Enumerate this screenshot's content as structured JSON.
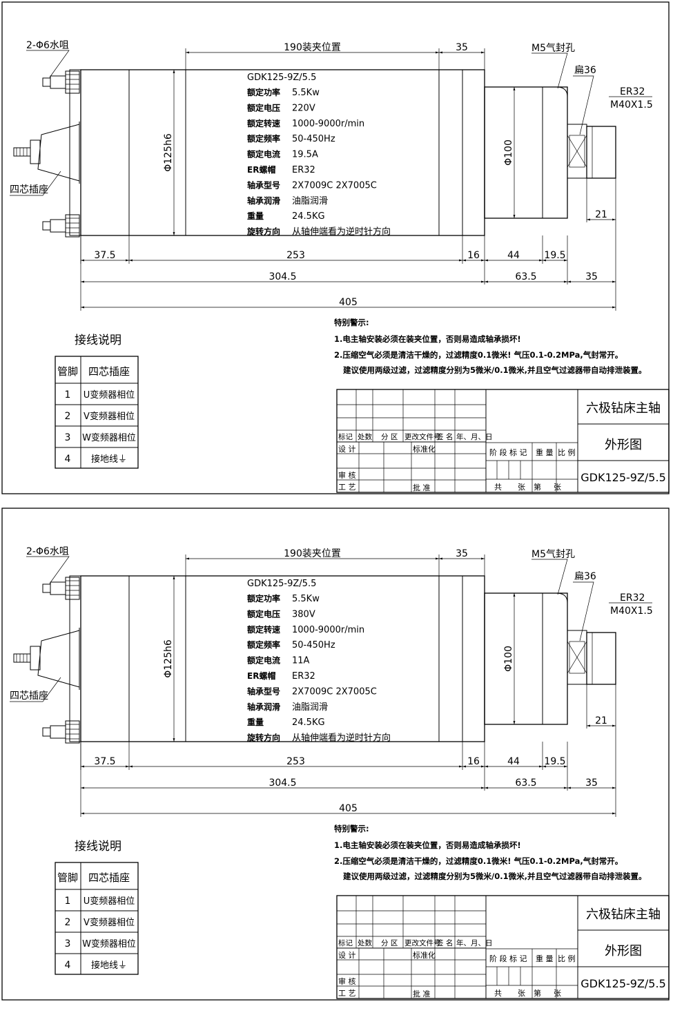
{
  "sheets": [
    {
      "callouts": {
        "nozzle": "2-Φ6水咀",
        "connector": "四芯插座",
        "seal_hole": "M5气封孔",
        "flat": "扁36",
        "er": "ER32",
        "thread": "M40X1.5"
      },
      "dims": {
        "clamp": "190装夹位置",
        "top35": "35",
        "dia125": "Φ125h6",
        "dia100": "Φ100",
        "d21": "21",
        "d37_5": "37.5",
        "d253": "253",
        "d16": "16",
        "d44": "44",
        "d19_5": "19.5",
        "d304_5": "304.5",
        "d63_5": "63.5",
        "d35b": "35",
        "d405": "405"
      },
      "specs": {
        "model": "GDK125-9Z/5.5",
        "rows": [
          {
            "label": "额定功率",
            "value": "5.5Kw"
          },
          {
            "label": "额定电压",
            "value": "220V"
          },
          {
            "label": "额定转速",
            "value": "1000-9000r/min"
          },
          {
            "label": "额定频率",
            "value": "50-450Hz"
          },
          {
            "label": "额定电流",
            "value": "19.5A"
          },
          {
            "label": "ER螺帽",
            "value": "ER32"
          },
          {
            "label": "轴承型号",
            "value": "2X7009C  2X7005C"
          },
          {
            "label": "轴承润滑",
            "value": "油脂润滑"
          },
          {
            "label": "重量",
            "value": "24.5KG"
          },
          {
            "label": "旋转方向",
            "value": "从轴伸端看为逆时针方向"
          }
        ]
      },
      "warnings": {
        "title": "特别警示:",
        "line1": "1.电主轴安装必须在装夹位置，否则易造成轴承损坏!",
        "line2": "2.压缩空气必须是清洁干燥的，过滤精度0.1微米! 气压0.1-0.2MPa,气封常开。",
        "line3": "建议使用两级过滤，过滤精度分别为5微米/0.1微米,并且空气过滤器带自动排泄装置。"
      },
      "wiring": {
        "title": "接线说明",
        "headers": [
          "管脚",
          "四芯插座"
        ],
        "rows": [
          [
            "1",
            "U变频器相位"
          ],
          [
            "2",
            "V变频器相位"
          ],
          [
            "3",
            "W变频器相位"
          ],
          [
            "4",
            "接地线⏚"
          ]
        ]
      },
      "title_block": {
        "rev_labels": [
          "标记",
          "处数",
          "分 区",
          "更改文件号",
          "签 名",
          "年、月、日"
        ],
        "design": "设 计",
        "standard": "标准化",
        "review": "审 核",
        "process": "工 艺",
        "approve": "批 准",
        "stage": "阶 段 标 记",
        "weight": "重 量",
        "scale": "比 例",
        "total": "共",
        "sheets": "张",
        "sheet_no": "第",
        "sheet_of": "张",
        "name": "六极钻床主轴",
        "drawing": "外形图",
        "code": "GDK125-9Z/5.5"
      }
    },
    {
      "callouts": {
        "nozzle": "2-Φ6水咀",
        "connector": "四芯插座",
        "seal_hole": "M5气封孔",
        "flat": "扁36",
        "er": "ER32",
        "thread": "M40X1.5"
      },
      "dims": {
        "clamp": "190装夹位置",
        "top35": "35",
        "dia125": "Φ125h6",
        "dia100": "Φ100",
        "d21": "21",
        "d37_5": "37.5",
        "d253": "253",
        "d16": "16",
        "d44": "44",
        "d19_5": "19.5",
        "d304_5": "304.5",
        "d63_5": "63.5",
        "d35b": "35",
        "d405": "405"
      },
      "specs": {
        "model": "GDK125-9Z/5.5",
        "rows": [
          {
            "label": "额定功率",
            "value": "5.5Kw"
          },
          {
            "label": "额定电压",
            "value": "380V"
          },
          {
            "label": "额定转速",
            "value": "1000-9000r/min"
          },
          {
            "label": "额定频率",
            "value": "50-450Hz"
          },
          {
            "label": "额定电流",
            "value": "11A"
          },
          {
            "label": "ER螺帽",
            "value": "ER32"
          },
          {
            "label": "轴承型号",
            "value": "2X7009C  2X7005C"
          },
          {
            "label": "轴承润滑",
            "value": "油脂润滑"
          },
          {
            "label": "重量",
            "value": "24.5KG"
          },
          {
            "label": "旋转方向",
            "value": "从轴伸端看为逆时针方向"
          }
        ]
      },
      "warnings": {
        "title": "特别警示:",
        "line1": "1.电主轴安装必须在装夹位置，否则易造成轴承损坏!",
        "line2": "2.压缩空气必须是清洁干燥的，过滤精度0.1微米! 气压0.1-0.2MPa,气封常开。",
        "line3": "建议使用两级过滤，过滤精度分别为5微米/0.1微米,并且空气过滤器带自动排泄装置。"
      },
      "wiring": {
        "title": "接线说明",
        "headers": [
          "管脚",
          "四芯插座"
        ],
        "rows": [
          [
            "1",
            "U变频器相位"
          ],
          [
            "2",
            "V变频器相位"
          ],
          [
            "3",
            "W变频器相位"
          ],
          [
            "4",
            "接地线⏚"
          ]
        ]
      },
      "title_block": {
        "rev_labels": [
          "标记",
          "处数",
          "分 区",
          "更改文件号",
          "签 名",
          "年、月、日"
        ],
        "design": "设 计",
        "standard": "标准化",
        "review": "审 核",
        "process": "工 艺",
        "approve": "批 准",
        "stage": "阶 段 标 记",
        "weight": "重 量",
        "scale": "比 例",
        "total": "共",
        "sheets": "张",
        "sheet_no": "第",
        "sheet_of": "张",
        "name": "六极钻床主轴",
        "drawing": "外形图",
        "code": "GDK125-9Z/5.5"
      }
    }
  ]
}
